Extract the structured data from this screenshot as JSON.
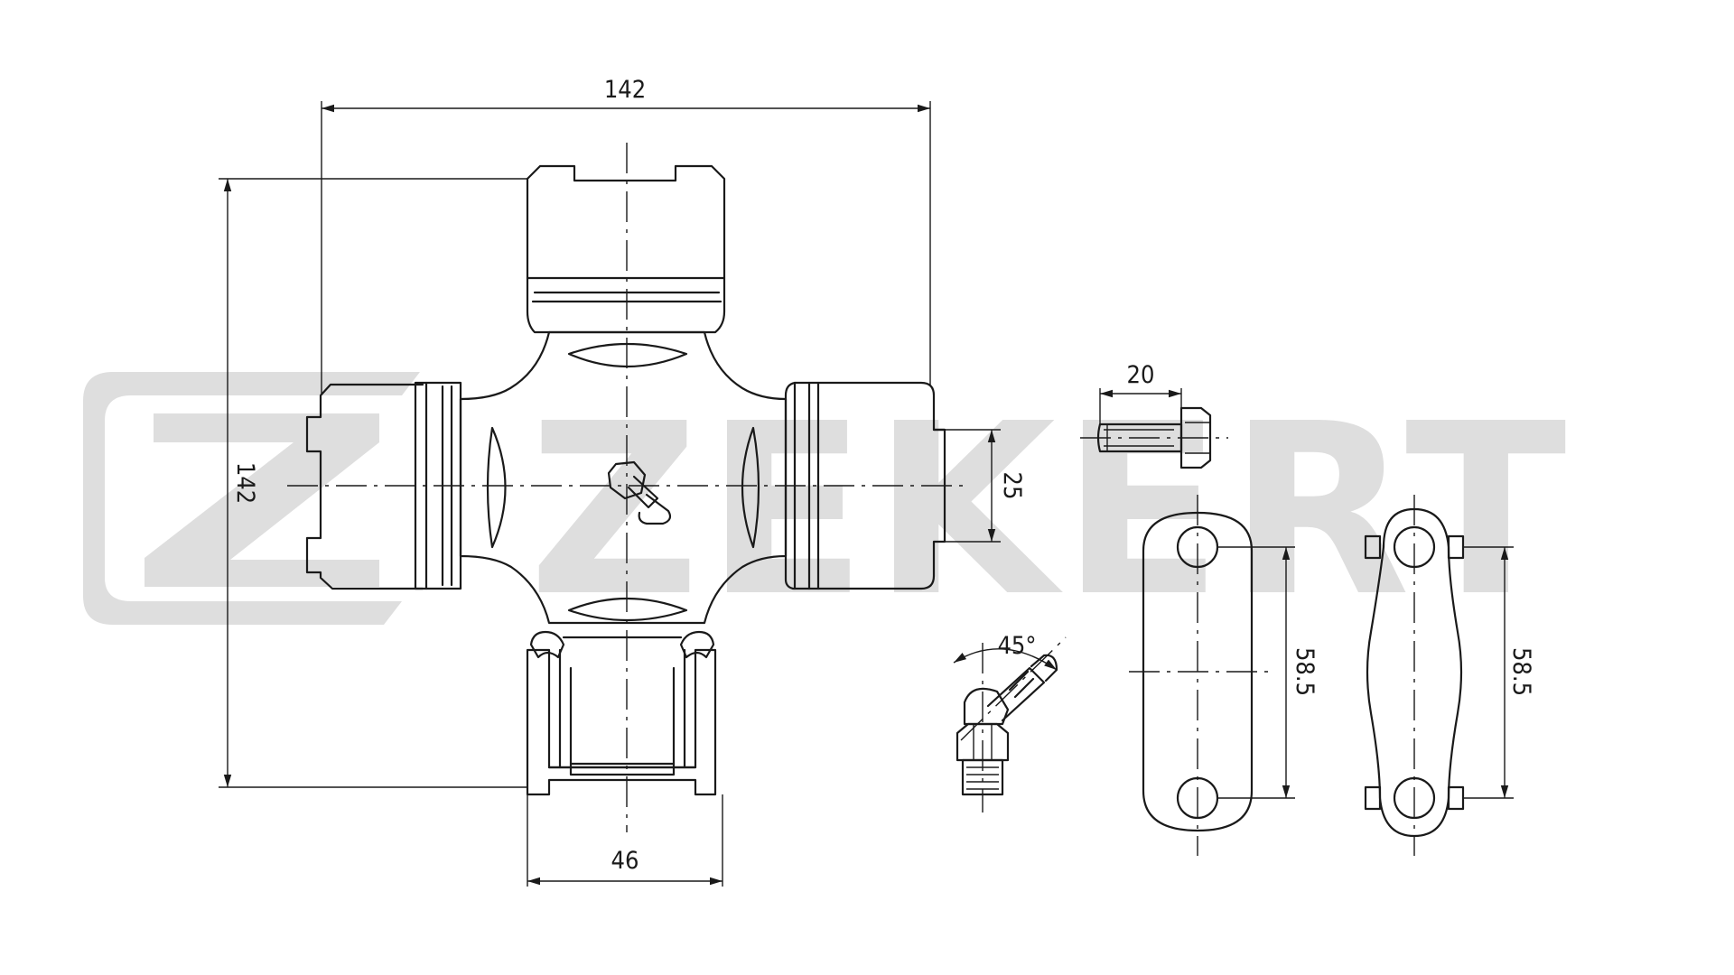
{
  "brand": {
    "name": "ZEKERT",
    "watermark_color": "#dedede"
  },
  "line_color": "#1a1a1a",
  "dimensions": {
    "cross_width": "142",
    "cross_height": "142",
    "cup_diameter": "46",
    "trunnion_diameter": "25",
    "bolt_length": "20",
    "plate_hole_spacing": "58.5",
    "lock_plate_hole_spacing": "58.5",
    "nipple_angle": "45°"
  }
}
